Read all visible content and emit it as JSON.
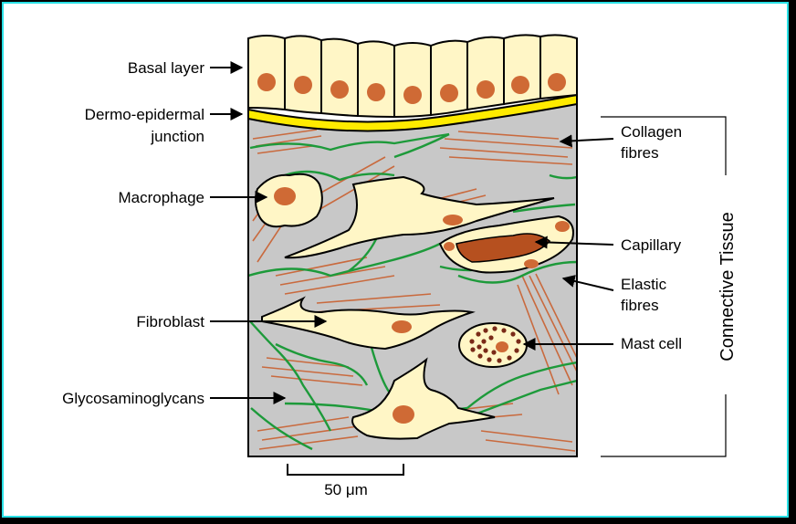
{
  "labels": {
    "basal_layer": "Basal layer",
    "dermo_epidermal_1": "Dermo-epidermal",
    "dermo_epidermal_2": "junction",
    "macrophage": "Macrophage",
    "fibroblast": "Fibroblast",
    "glycosaminoglycans": "Glycosaminoglycans",
    "collagen_1": "Collagen",
    "collagen_2": "fibres",
    "capillary": "Capillary",
    "elastic_1": "Elastic",
    "elastic_2": "fibres",
    "mast_cell": "Mast cell",
    "connective_tissue": "Connective Tissue",
    "scale_bar": "50 μm"
  },
  "colors": {
    "frame_border": "#29e0e6",
    "connective_tissue": "#c8c8c8",
    "cell_fill": "#fff6c6",
    "nucleus": "#cf6a35",
    "collagen": "#c96a3e",
    "elastic": "#1d9a3a",
    "junction": "#ffeb00"
  }
}
